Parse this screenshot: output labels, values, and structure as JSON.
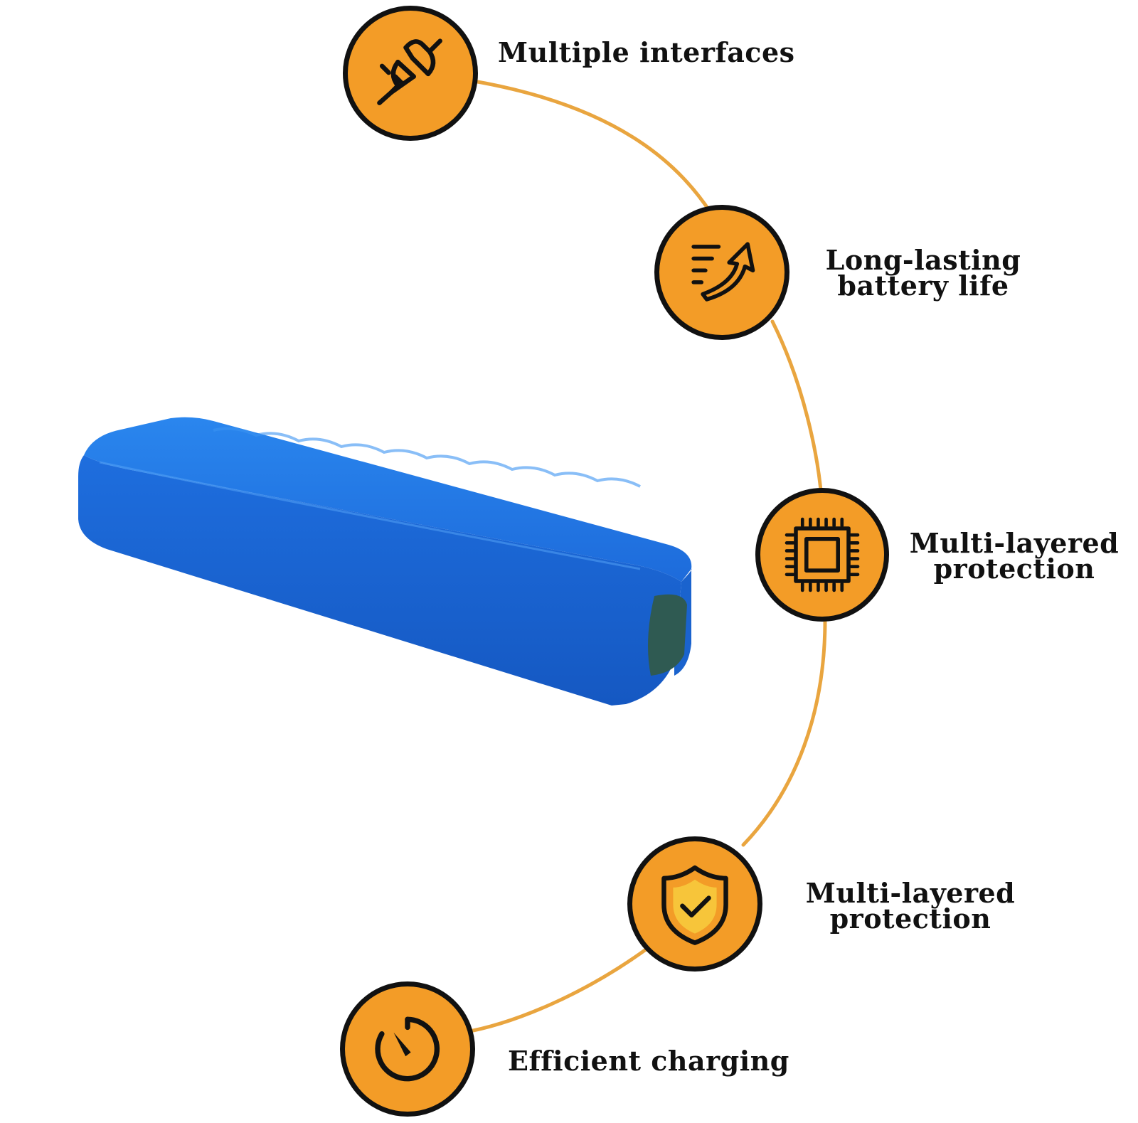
{
  "colors": {
    "accent": "#F39C27",
    "ring": "#111111",
    "arc": "#E9A53F",
    "battery": "#1E6FE0",
    "battery_dark": "#1558C2"
  },
  "features": [
    {
      "id": "interfaces",
      "icon": "plug-icon",
      "lines": [
        "Multiple interfaces"
      ]
    },
    {
      "id": "battery-life",
      "icon": "speed-arrow-icon",
      "lines": [
        "Long-lasting",
        "battery life"
      ]
    },
    {
      "id": "chip-protection",
      "icon": "chip-icon",
      "lines": [
        "Multi-layered",
        "protection"
      ]
    },
    {
      "id": "shield-protection",
      "icon": "shield-check-icon",
      "lines": [
        "Multi-layered",
        "protection"
      ]
    },
    {
      "id": "charging",
      "icon": "timer-icon",
      "lines": [
        "Efficient charging"
      ]
    }
  ]
}
